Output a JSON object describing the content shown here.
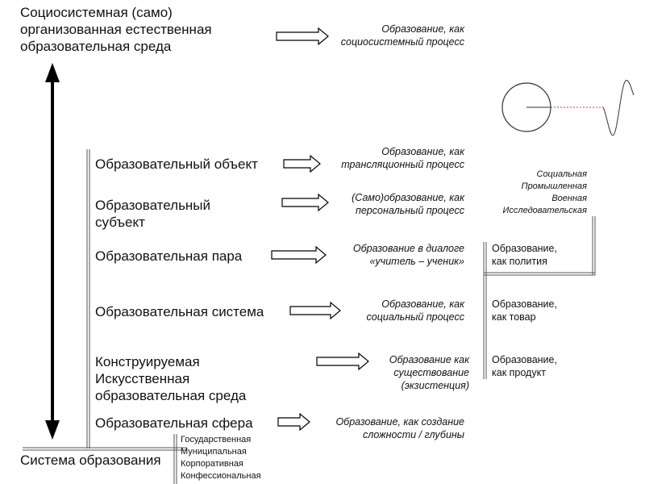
{
  "top": {
    "title": "Социосистемная (само)\nорганизованная естественная\nобразовательная среда",
    "note": "Образование, как\nсоциосистемный процесс"
  },
  "rows": [
    {
      "label": "Образовательный объект",
      "note": "Образование, как\nтрансляционный процесс"
    },
    {
      "label": "Образовательный\nсубъект",
      "note": "(Само)образование, как\nперсональный процесс"
    },
    {
      "label": "Образовательная пара",
      "note": "Образование в диалоге\n«учитель – ученик»"
    },
    {
      "label": "Образовательная система",
      "note": "Образование, как\nсоциальный процесс"
    },
    {
      "label": "Конструируемая\nИскусственная\nобразовательная среда",
      "note": "Образование как\nсуществование\n(экзистенция)"
    },
    {
      "label": "Образовательная сфера",
      "note": "Образование, как создание\nсложности / глубины"
    }
  ],
  "bottom": {
    "title": "Система образования",
    "types": "Государственная\nМуниципальная\nКорпоративная\nКонфессиональная"
  },
  "right": {
    "categories": "Социальная\nПромышленная\nВоенная\nИсследовательская",
    "items": [
      "Образование,\nкак полития",
      "Образование,\nкак товар",
      "Образование,\nкак продукт"
    ]
  }
}
